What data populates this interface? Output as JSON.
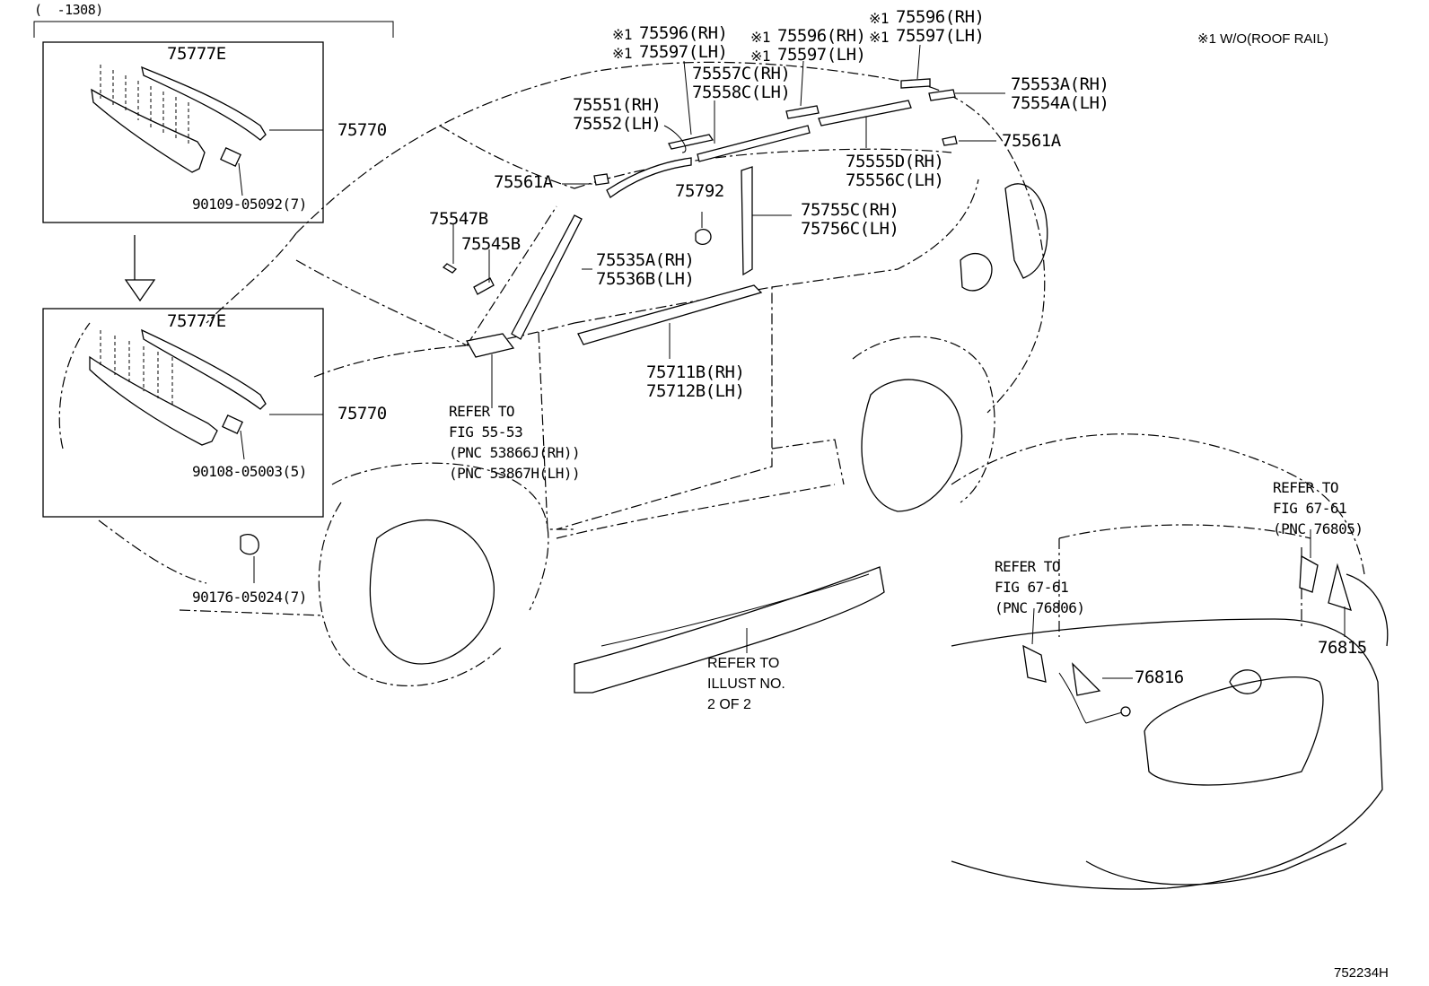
{
  "header": {
    "range": "(  -1308)",
    "note": "※1 W/O(ROOF RAIL)",
    "illustration_no": "752234H"
  },
  "labels": {
    "p75777e_top": "75777E",
    "p75777e_bottom": "75777E",
    "p75770_top": "75770",
    "p75770_bottom": "75770",
    "p90109": "90109-05092(7)",
    "p90108": "90108-05003(5)",
    "p90176": "90176-05024(7)",
    "p75596_a": "75596(RH)",
    "p75597_a": "75597(LH)",
    "p75596_b": "75596(RH)",
    "p75597_b": "75597(LH)",
    "p75596_c": "75596(RH)",
    "p75597_c": "75597(LH)",
    "mark1": "※1",
    "p75557c": "75557C(RH)",
    "p75558c": "75558C(LH)",
    "p75553a": "75553A(RH)",
    "p75554a": "75554A(LH)",
    "p75551": "75551(RH)",
    "p75552": "75552(LH)",
    "p75561a_left": "75561A",
    "p75561a_right": "75561A",
    "p75555d": "75555D(RH)",
    "p75556c": "75556C(LH)",
    "p75792": "75792",
    "p75755c": "75755C(RH)",
    "p75756c": "75756C(LH)",
    "p75547b": "75547B",
    "p75545b": "75545B",
    "p75535a": "75535A(RH)",
    "p75536b": "75536B(LH)",
    "p75711b": "75711B(RH)",
    "p75712b": "75712B(LH)",
    "p76816": "76816",
    "p76815": "76815"
  },
  "refs": {
    "fig55": "REFER TO\nFIG 55-53\n(PNC 53866J(RH))\n(PNC 53867H(LH))",
    "illust": "REFER TO\nILLUST NO.\n2 OF 2",
    "fig67_mid": "REFER TO\nFIG 67-61\n(PNC 76806)",
    "fig67_right": "REFER TO\nFIG 67-61\n(PNC 76805)"
  }
}
